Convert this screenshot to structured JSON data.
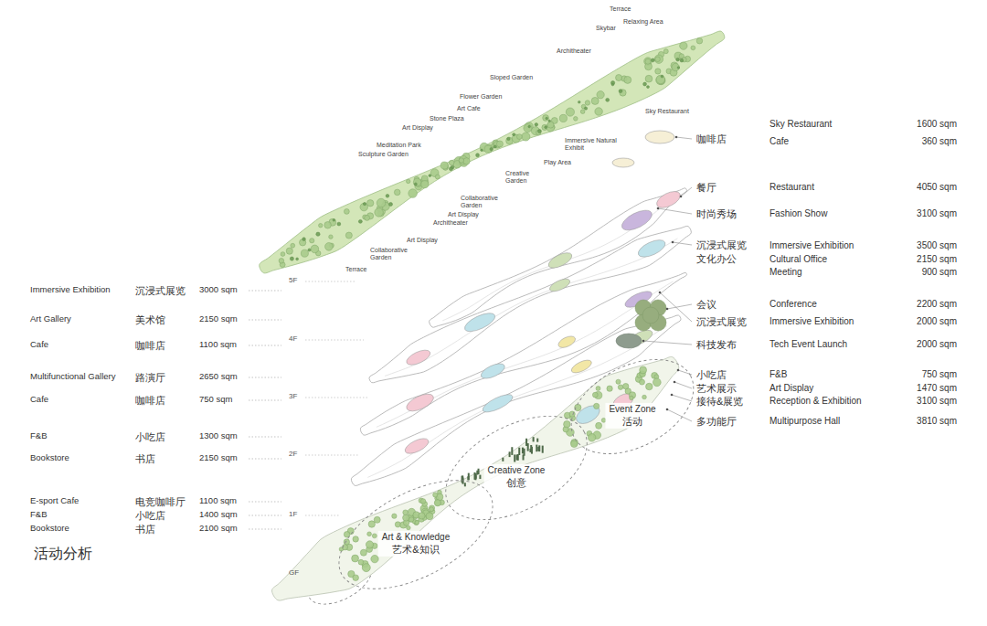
{
  "diagram": {
    "title": "活动分析",
    "nodes": [
      {
        "text": [
          "Art & Knowledge",
          "艺术&知识"
        ]
      },
      {
        "text": [
          "Creative Zone",
          "创意"
        ]
      },
      {
        "text": [
          "Event Zone",
          "活动"
        ]
      }
    ],
    "labels": [
      "Terrace",
      "Relaxing Area",
      "Skybar",
      "Architheater",
      "Sloped Garden",
      "Flower Garden",
      "Art Cafe",
      "Stone Plaza",
      "Art Display",
      "Meditation Park",
      "Sculpture Garden",
      "Sky Restaurant",
      "Immersive Natural Exhibit",
      "Play Area",
      "Creative Garden",
      "Collaborative Garden",
      "Art Display",
      "Architheater",
      "Art Display",
      "Collaborative Garden",
      "Terrace",
      "Immersive Exhibition",
      "沉浸式展览",
      "3000 sqm",
      "Art Gallery",
      "美术馆",
      "2150 sqm",
      "Cafe",
      "咖啡店",
      "1100 sqm",
      "Multifunctional Gallery",
      "路演厅",
      "2650 sqm",
      "Cafe",
      "咖啡店",
      "750 sqm",
      "F&B",
      "小吃店",
      "1300 sqm",
      "Bookstore",
      "书店",
      "2150 sqm",
      "E-sport Cafe",
      "电竞咖啡厅",
      "1100 sqm",
      "F&B",
      "小吃店",
      "1400 sqm",
      "Bookstore",
      "书店",
      "2100 sqm",
      "5F",
      "4F",
      "3F",
      "2F",
      "1F",
      "GF",
      "咖啡店",
      "Sky Restaurant",
      "1600 sqm",
      "Cafe",
      "360 sqm",
      "餐厅",
      "Restaurant",
      "4050 sqm",
      "时尚秀场",
      "Fashion Show",
      "3100 sqm",
      "沉浸式展览",
      "文化办公",
      "Immersive Exhibition",
      "3500 sqm",
      "Cultural Office",
      "2150 sqm",
      "Meeting",
      "900 sqm",
      "会议",
      "Conference",
      "2200 sqm",
      "沉浸式展览",
      "Immersive Exhibition",
      "2000 sqm",
      "科技发布",
      "Tech Event Launch",
      "2000 sqm",
      "小吃店",
      "F&B",
      "750 sqm",
      "艺术展示",
      "Art Display",
      "1470 sqm",
      "接待&展览",
      "Reception & Exhibition",
      "3100 sqm",
      "多功能厅",
      "Multipurpose Hall",
      "3810 sqm"
    ]
  }
}
